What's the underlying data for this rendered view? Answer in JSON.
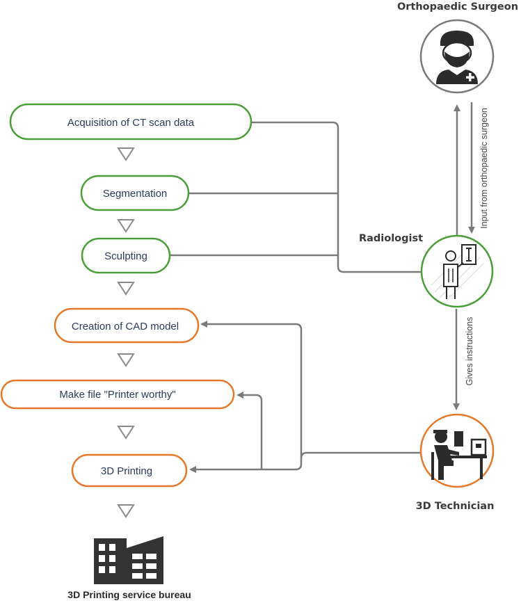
{
  "colors": {
    "green": "#4a9e38",
    "orange": "#e5792b",
    "arrow": "#7a7a7a",
    "text": "#2a3a5a"
  },
  "steps": {
    "ct_scan": "Acquisition of CT scan data",
    "segmentation": "Segmentation",
    "sculpting": "Sculpting",
    "cad_model": "Creation of CAD model",
    "printer_worthy": "Make file \"Printer worthy\"",
    "printing": "3D Printing"
  },
  "roles": {
    "surgeon": "Orthopaedic Surgeon",
    "radiologist": "Radiologist",
    "technician": "3D Technician",
    "bureau": "3D Printing service bureau"
  },
  "edges": {
    "surgeon_input": "Input from orthopaedic surgeon",
    "gives_instructions": "Gives instructions"
  },
  "icons": {
    "surgeon": "surgeon-icon",
    "radiologist": "radiologist-xray-icon",
    "technician": "technician-at-desk-icon",
    "bureau": "office-building-icon",
    "step_arrow": "down-triangle-icon"
  }
}
